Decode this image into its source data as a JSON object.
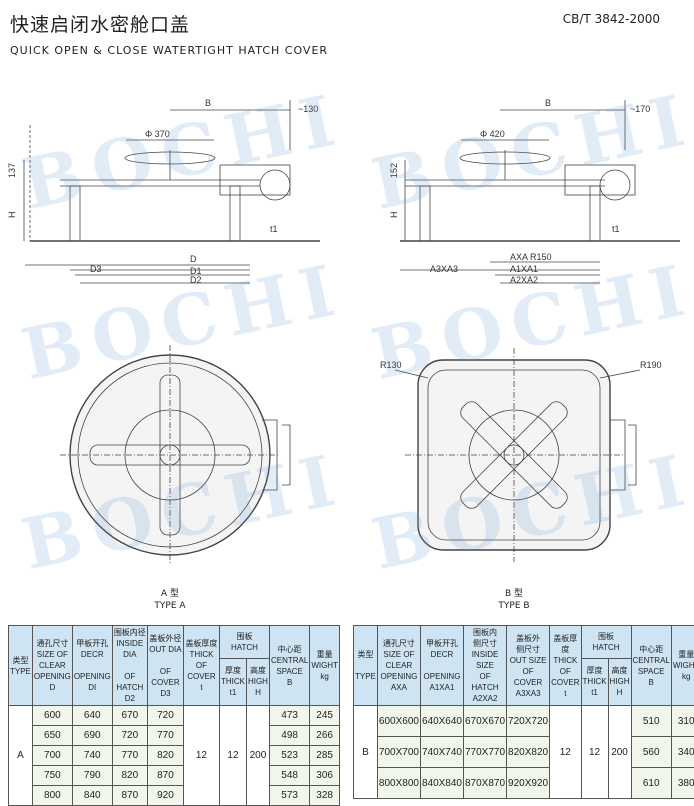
{
  "header": {
    "title": "快速启闭水密舱口盖",
    "subtitle": "QUICK OPEN & CLOSE WATERTIGHT HATCH COVER",
    "standard": "CB/T 3842-2000"
  },
  "watermark": "BOCHI",
  "drawing_a": {
    "B": "B",
    "c": "~130",
    "phi": "Φ 370",
    "h1": "137",
    "H": "H",
    "D3": "D3",
    "D": "D",
    "D1": "D1",
    "D2": "D2",
    "t1": "t1"
  },
  "drawing_b": {
    "B": "B",
    "c": "~170",
    "phi": "Φ 420",
    "h1": "152",
    "H": "H",
    "A3": "A3XA3",
    "A": "AXA R150",
    "A1": "A1XA1",
    "A2": "A2XA2",
    "t1": "t1",
    "R130": "R130",
    "R190": "R190"
  },
  "type_a": {
    "cn": "A 型",
    "en": "TYPE A"
  },
  "type_b": {
    "cn": "B 型",
    "en": "TYPE B"
  },
  "table_a": {
    "headers": [
      "类型\nTYPE",
      "通孔尺寸\nSIZE OF\nCLEAR\nOPENING\nD",
      "甲板开孔\nDECR\n\nOPENING\nDI",
      "围板内径\nINSIDE DIA\n\nOF HATCH\nD2",
      "盖板外径\nOUT DIA\n\nOF COVER\nD3",
      "盖板厚度\nTHICK\nOF COVER\nt",
      "围板\nHATCH",
      "中心距\nCENTRAL\nSPACE\nB",
      "重量\nWIGHT\nkg"
    ],
    "subheaders": [
      "厚度\nTHICK\nt1",
      "高度\nHIGH\nH"
    ],
    "type": "A",
    "t": "12",
    "t1": "12",
    "H": "200",
    "rows": [
      [
        "600",
        "640",
        "670",
        "720",
        "473",
        "245"
      ],
      [
        "650",
        "690",
        "720",
        "770",
        "498",
        "266"
      ],
      [
        "700",
        "740",
        "770",
        "820",
        "523",
        "285"
      ],
      [
        "750",
        "790",
        "820",
        "870",
        "548",
        "306"
      ],
      [
        "800",
        "840",
        "870",
        "920",
        "573",
        "328"
      ]
    ]
  },
  "table_b": {
    "headers": [
      "类型\n\nTYPE",
      "通孔尺寸\nSIZE OF\nCLEAR\nOPENING\nAXA",
      "甲板开孔\nDECR\n\nOPENING\nA1XA1",
      "围板内\n侧尺寸\nINSIDE SIZE\nOF HATCH\nA2XA2",
      "盖板外\n侧尺寸\nOUT SIZE\nOF COVER\nA3XA3",
      "盖板厚度\nTHICK\nOF COVER\nt",
      "围板\nHATCH",
      "中心距\nCENTRAL\nSPACE\nB",
      "重量\nWIGHT\nkg"
    ],
    "subheaders": [
      "厚度\nTHICK\nt1",
      "高度\nHIGH\nH"
    ],
    "type": "B",
    "t": "12",
    "t1": "12",
    "H": "200",
    "rows": [
      [
        "600X600",
        "640X640",
        "670X670",
        "720X720",
        "510",
        "310"
      ],
      [
        "700X700",
        "740X740",
        "770X770",
        "820X820",
        "560",
        "340"
      ],
      [
        "800X800",
        "840X840",
        "870X870",
        "920X920",
        "610",
        "380"
      ]
    ]
  }
}
